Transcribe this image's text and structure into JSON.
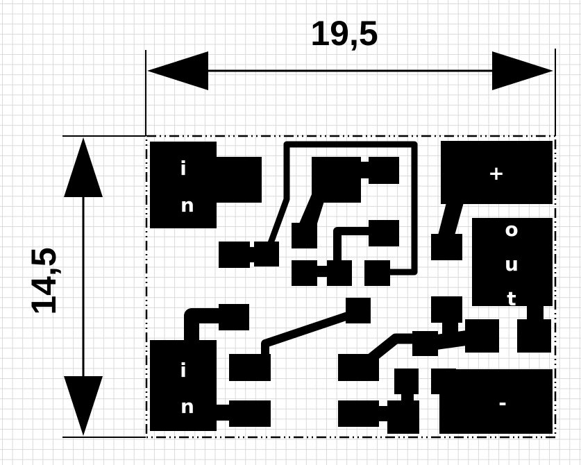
{
  "dimensions": {
    "width_label": "19,5",
    "height_label": "14,5"
  },
  "pads": {
    "input_top": [
      "i",
      "n"
    ],
    "plus": "+",
    "output": [
      "o",
      "u",
      "t"
    ],
    "input_bottom": [
      "i",
      "n"
    ],
    "minus": "-"
  },
  "colors": {
    "copper": "#000000",
    "grid": "#d9d9d9",
    "background": "#ffffff"
  }
}
